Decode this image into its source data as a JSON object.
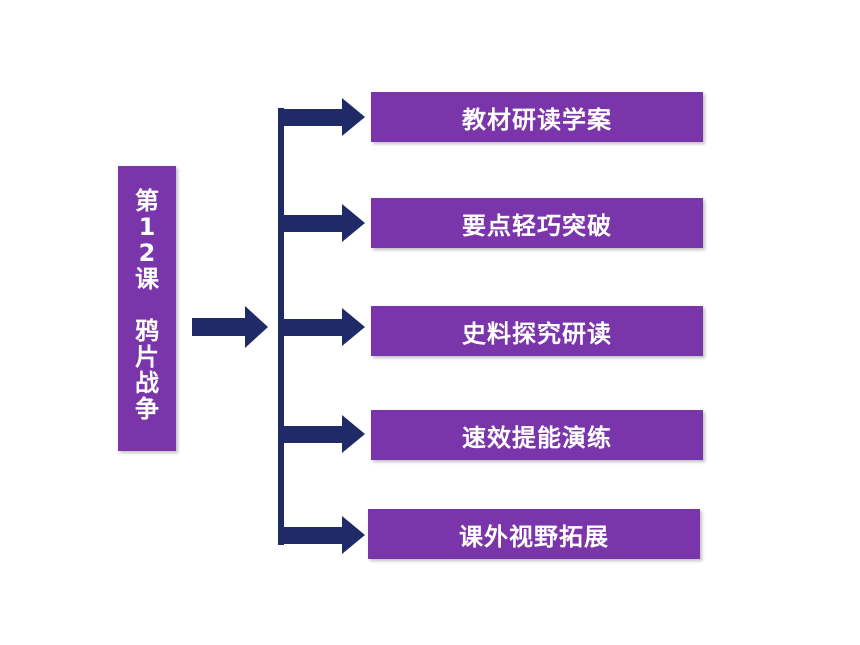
{
  "title": {
    "lesson": "第12课",
    "topic": "鸦片战争"
  },
  "items": [
    {
      "label": "教材研读学案"
    },
    {
      "label": "要点轻巧突破"
    },
    {
      "label": "史料探究研读"
    },
    {
      "label": "速效提能演练"
    },
    {
      "label": "课外视野拓展"
    }
  ],
  "colors": {
    "box_fill": "#7a35aa",
    "arrow": "#1f2a66",
    "text": "#ffffff"
  }
}
